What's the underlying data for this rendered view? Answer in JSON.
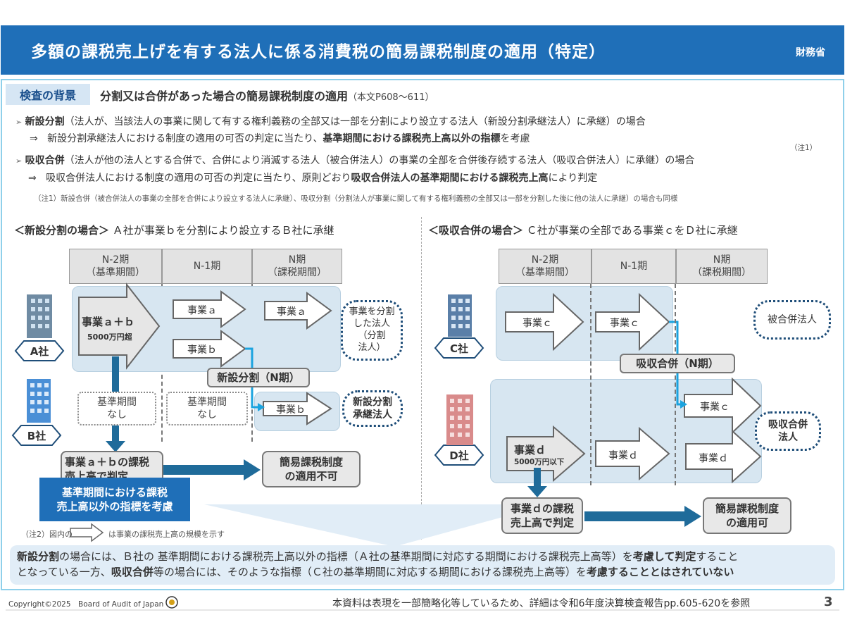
{
  "header": {
    "title": "多額の課税売上げを有する法人に係る消費税の簡易課税制度の適用（特定）",
    "org": "財務省"
  },
  "background": {
    "badge": "検査の背景",
    "title": "分割又は合併があった場合の簡易課税制度の適用",
    "ref": "（本文P608～611）",
    "bullet1": {
      "marker": "➢",
      "term": "新設分割",
      "desc": "（法人が、当該法人の事業に関して有する権利義務の全部又は一部を分割により設立する法人（新設分割承継法人）に承継）の場合"
    },
    "bullet1_sub": {
      "arrow": "⇒",
      "pre": "新設分割承継法人における制度の適用の可否の判定に当たり、",
      "bold": "基準期間における課税売上高以外の指標",
      "post": "を考慮"
    },
    "note_mark": "（注1）",
    "bullet2": {
      "marker": "➢",
      "term": "吸収合併",
      "desc": "（法人が他の法人とする合併で、合併により消滅する法人（被合併法人）の事業の全部を合併後存続する法人（吸収合併法人）に承継）の場合"
    },
    "bullet2_sub": {
      "arrow": "⇒",
      "pre": "吸収合併法人における制度の適用の可否の判定に当たり、原則どおり",
      "bold": "吸収合併法人の基準期間における課税売上高",
      "post": "により判定"
    },
    "note1": "（注1）新設合併（被合併法人の事業の全部を合併により設立する法人に承継）、吸収分割（分割法人が事業に関して有する権利義務の全部又は一部を分割した後に他の法人に承継）の場合も同様"
  },
  "left": {
    "heading_bold": "＜新設分割の場合＞",
    "heading": "Ａ社が事業ｂを分割により設立するＢ社に承継",
    "periods": [
      "N-2期\n（基準期間）",
      "N-1期",
      "N期\n（課税期間）"
    ],
    "company_a": "A社",
    "company_b": "B社",
    "big_arrow_title": "事業ａ＋ｂ",
    "big_arrow_sub": "5000万円超",
    "biz_a1": "事業ａ",
    "biz_a2": "事業ａ",
    "biz_b1": "事業ｂ",
    "biz_b2": "事業ｂ",
    "split_label": "新設分割（N期）",
    "dot_split_corp": "事業を分割\nした法人\n（分割\n法人）",
    "dot_successor": "新設分割\n承継法人",
    "no_base1": "基準期間\nなし",
    "no_base2": "基準期間\nなし",
    "judge": "事業ａ＋ｂの課税\n売上高で判定",
    "result": "簡易課税制度\nの適用不可",
    "blue_note": "基準期間における課税\n売上高以外の指標を考慮",
    "note2_pre": "（注2）図内の",
    "note2_post": "は事業の課税売上高の規模を示す"
  },
  "right": {
    "heading_bold": "＜吸収合併の場合＞",
    "heading": "Ｃ社が事業の全部である事業ｃをＤ社に承継",
    "periods": [
      "N-2期\n（基準期間）",
      "N-1期",
      "N期\n（課税期間）"
    ],
    "company_c": "C社",
    "company_d": "D社",
    "biz_c1": "事業ｃ",
    "biz_c2": "事業ｃ",
    "biz_c3": "事業ｃ",
    "biz_d_title": "事業ｄ",
    "biz_d_sub": "5000万円以下",
    "biz_d2": "事業ｄ",
    "biz_d3": "事業ｄ",
    "merge_label": "吸収合併（N期）",
    "dot_merged": "被合併法人",
    "dot_absorbing": "吸収合併\n法人",
    "judge": "事業ｄの課税\n売上高で判定",
    "result": "簡易課税制度\nの適用可"
  },
  "callout": {
    "l1_b1": "新設分割",
    "l1_t1": "の場合には、Ｂ社の 基準期間における課税売上高以外の指標（Ａ社の基準期間に対応する期間における課税売上高等）を",
    "l1_b2": "考慮して判定",
    "l1_t2": "すること",
    "l2_t1": "となっている一方、",
    "l2_b1": "吸収合併",
    "l2_t2": "等の場合には、そのような指標（Ｃ社の基準期間に対応する期間における課税売上高等）を",
    "l2_b2": "考慮することとはされていない"
  },
  "footer": {
    "copyright": "Copyright©2025　Board of Audit of Japan",
    "note": "本資料は表現を一部簡略化等しているため、詳細は令和6年度決算検査報告pp.605-620を参照",
    "page": "3"
  }
}
